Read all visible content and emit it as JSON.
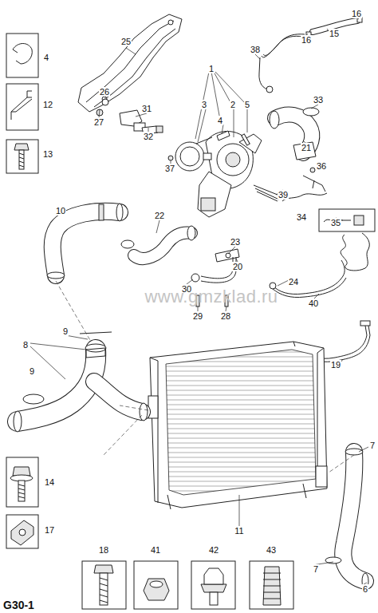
{
  "diagram": {
    "title": "G30-1",
    "labels": [
      "1",
      "3",
      "4",
      "2",
      "5",
      "4",
      "12",
      "13",
      "25",
      "26",
      "27",
      "31",
      "32",
      "37",
      "38",
      "16",
      "15",
      "16",
      "33",
      "21",
      "36",
      "39",
      "34",
      "35",
      "10",
      "22",
      "23",
      "30",
      "20",
      "24",
      "29",
      "28",
      "40",
      "8",
      "9",
      "9",
      "19",
      "7",
      "11",
      "14",
      "17",
      "7",
      "6",
      "18",
      "41",
      "42",
      "43",
      "www.gmzklad.ru"
    ]
  }
}
